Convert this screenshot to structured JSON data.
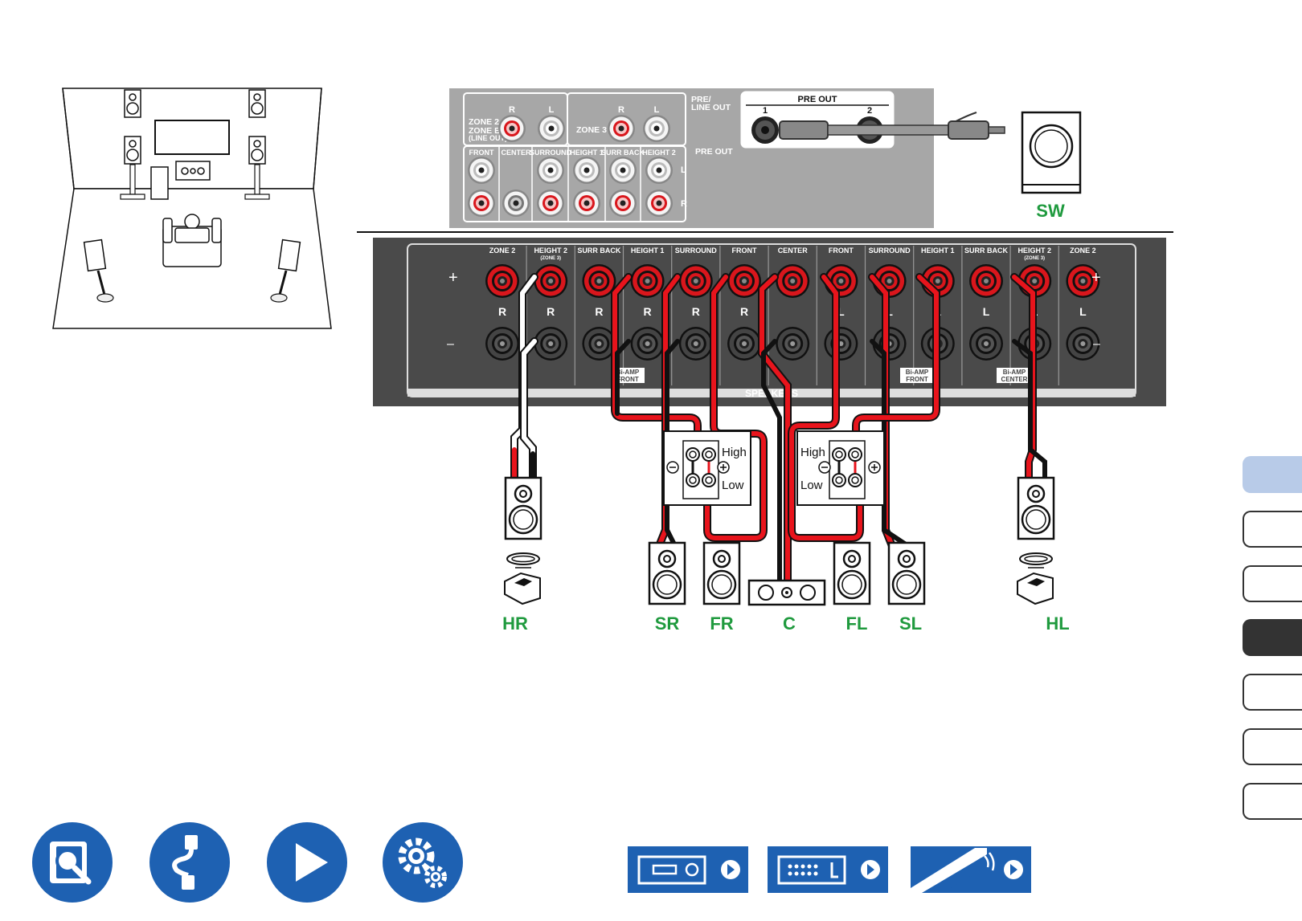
{
  "pre_out_panel": {
    "zone2_label": "ZONE 2",
    "zoneb_label": "ZONE B",
    "lineout_label": "(LINE OUT)",
    "zone3_label": "ZONE 3",
    "r_label": "R",
    "l_label": "L",
    "pre_line_out_1": "PRE/",
    "pre_line_out_2": "LINE OUT",
    "pre_out_label": "PRE OUT",
    "channels": [
      "FRONT",
      "CENTER",
      "SURROUND",
      "HEIGHT 1",
      "SURR BACK",
      "HEIGHT 2"
    ],
    "sub_pre_out_label": "PRE OUT",
    "sub_jacks": [
      "1",
      "2"
    ]
  },
  "speaker_panel": {
    "columns": [
      {
        "name": "ZONE 2",
        "sub": "",
        "ch": "R"
      },
      {
        "name": "HEIGHT 2",
        "sub": "(ZONE 3)",
        "ch": "R"
      },
      {
        "name": "SURR BACK",
        "sub": "",
        "ch": "R"
      },
      {
        "name": "HEIGHT 1",
        "sub": "",
        "ch": "R"
      },
      {
        "name": "SURROUND",
        "sub": "",
        "ch": "R"
      },
      {
        "name": "FRONT",
        "sub": "",
        "ch": "R"
      },
      {
        "name": "CENTER",
        "sub": "",
        "ch": ""
      },
      {
        "name": "FRONT",
        "sub": "",
        "ch": "L"
      },
      {
        "name": "SURROUND",
        "sub": "",
        "ch": "L"
      },
      {
        "name": "HEIGHT 1",
        "sub": "",
        "ch": "L"
      },
      {
        "name": "SURR BACK",
        "sub": "",
        "ch": "L"
      },
      {
        "name": "HEIGHT 2",
        "sub": "(ZONE 3)",
        "ch": "L"
      },
      {
        "name": "ZONE 2",
        "sub": "",
        "ch": "L"
      }
    ],
    "plus_sign": "+",
    "minus_sign": "–",
    "speakers_label": "SPEAKERS",
    "biamp_badges": [
      {
        "top": "Bi-AMP",
        "bottom": "FRONT"
      },
      {
        "top": "Bi-AMP",
        "bottom": "FRONT"
      },
      {
        "top": "Bi-AMP",
        "bottom": "CENTER"
      }
    ]
  },
  "biamp_terminals": {
    "high": "High",
    "low": "Low"
  },
  "speaker_labels": [
    "HR",
    "SR",
    "FR",
    "C",
    "FL",
    "SL",
    "HL"
  ],
  "subwoofer_label": "SW",
  "colors": {
    "label_green": "#1f9a3e",
    "nav_blue": "#1e61b2",
    "wire_red": "#e8141c",
    "tab_highlight": "#b8cbe8"
  },
  "nav_icons": [
    "manual-search-icon",
    "cable-connection-icon",
    "playback-icon",
    "setup-gears-icon"
  ],
  "device_icons": [
    "receiver-front-icon",
    "receiver-rear-icon",
    "remote-control-icon"
  ]
}
